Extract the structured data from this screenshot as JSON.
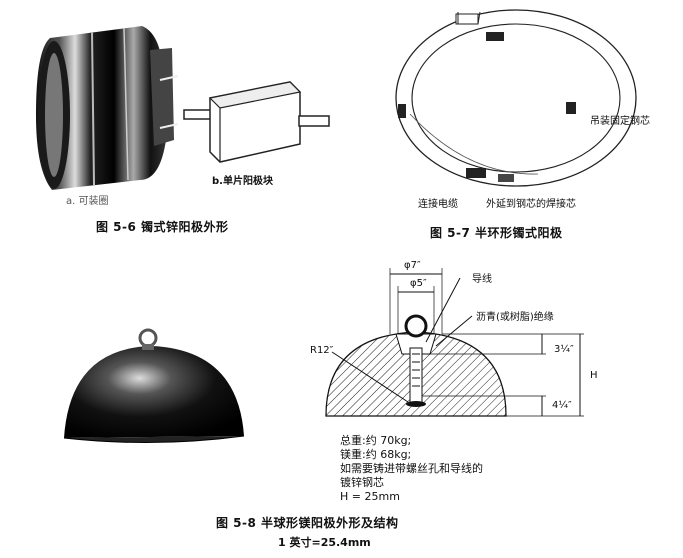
{
  "fig56": {
    "label_a": "a. 可装圈",
    "label_b": "b.单片阳极块",
    "caption": "图 5-6   镯式锌阳极外形"
  },
  "fig57": {
    "label_fix": "吊装固定钢芯",
    "label_cable": "连接电缆",
    "label_weld": "外延到钢芯的焊接芯",
    "caption": "图 5-7   半环形镯式阳极"
  },
  "fig58": {
    "dim_outer": "φ7″",
    "dim_inner": "φ5″",
    "radius": "R12″",
    "label_wire": "导线",
    "label_insul": "沥青(或树脂)绝缘",
    "dim_top": "3¼″",
    "dim_h": "H",
    "dim_bottom": "4¼″",
    "notes": [
      "总重:约 70kg;",
      "镁重:约 68kg;",
      "如需要铸进带螺丝孔和导线的",
      "镀锌钢芯",
      "H = 25mm"
    ],
    "caption": "图 5-8   半球形镁阳极外形及结构",
    "unit_note": "1 英寸=25.4mm"
  }
}
